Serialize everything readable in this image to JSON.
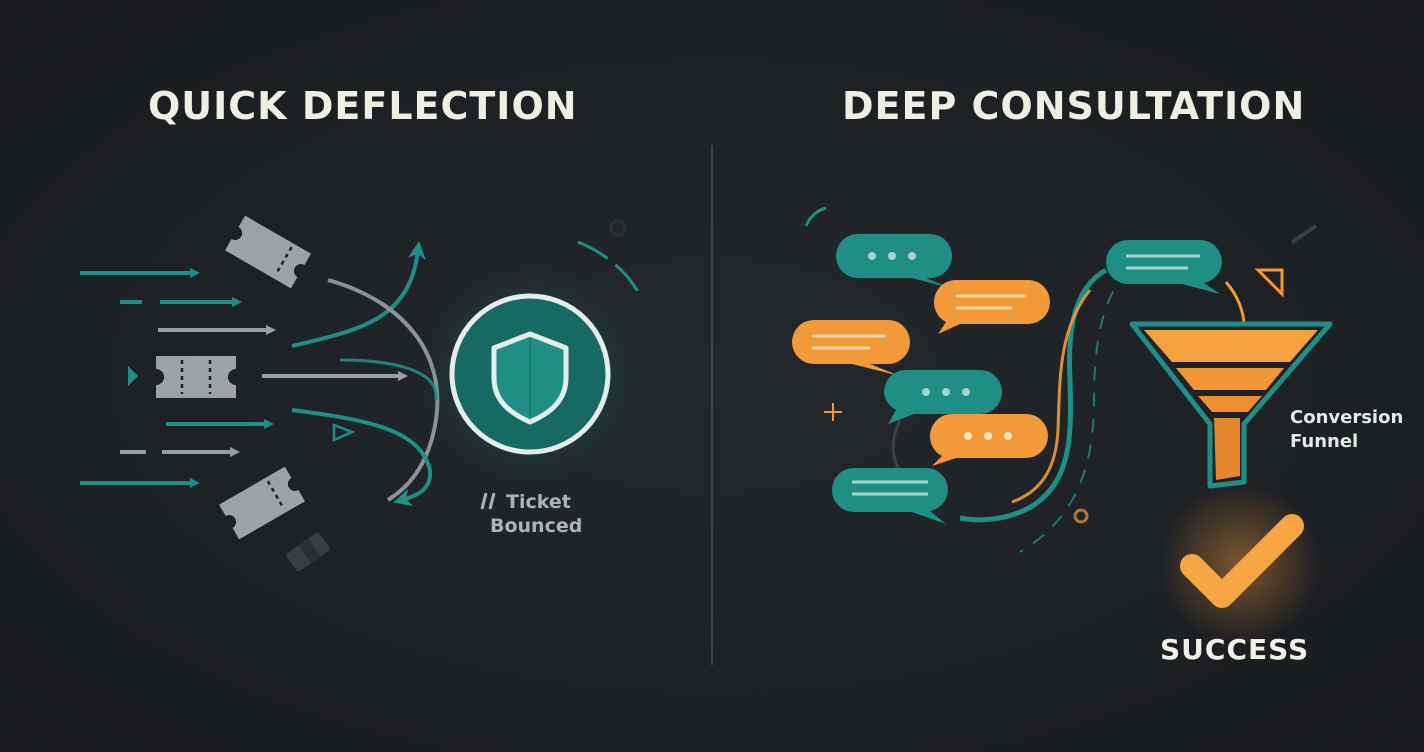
{
  "left_panel": {
    "title": "QUICK DEFLECTION",
    "shield_label_line1": "Ticket",
    "shield_label_line2": "Bounced"
  },
  "right_panel": {
    "title": "DEEP CONSULTATION",
    "funnel_label_line1": "Conversion",
    "funnel_label_line2": "Funnel",
    "success_label": "SUCCESS"
  },
  "icons": [
    "arrow-icon",
    "ticket-icon",
    "shield-icon",
    "chat-bubble-icon",
    "funnel-icon",
    "checkmark-icon"
  ],
  "colors": {
    "background": "#1f2226",
    "teal": "#1f8f86",
    "orange": "#f2993a",
    "gray": "#9a9ea2",
    "text": "#efeee2"
  }
}
